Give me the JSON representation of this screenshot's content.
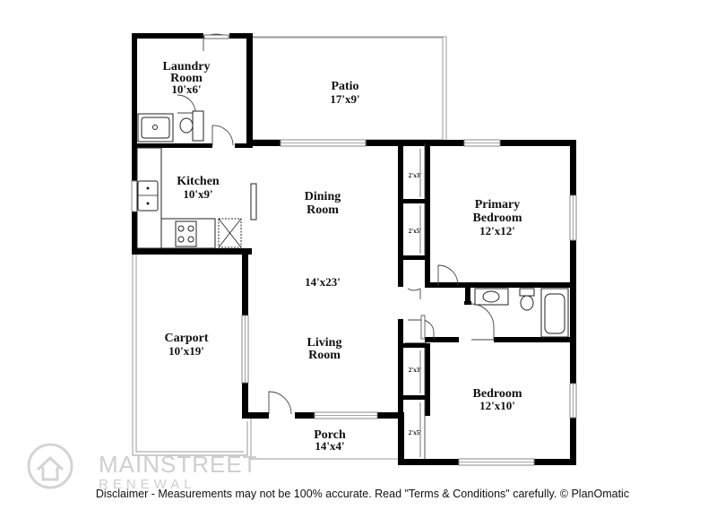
{
  "rooms": {
    "laundry": {
      "name_line1": "Laundry",
      "name_line2": "Room",
      "dim": "10'x6'"
    },
    "patio": {
      "name": "Patio",
      "dim": "17'x9'"
    },
    "kitchen": {
      "name": "Kitchen",
      "dim": "10'x9'"
    },
    "dining": {
      "name_line1": "Dining",
      "name_line2": "Room"
    },
    "living_dining_dim": "14'x23'",
    "living": {
      "name_line1": "Living",
      "name_line2": "Room"
    },
    "primary_bedroom": {
      "name_line1": "Primary",
      "name_line2": "Bedroom",
      "dim": "12'x12'"
    },
    "bedroom": {
      "name": "Bedroom",
      "dim": "12'x10'"
    },
    "carport": {
      "name": "Carport",
      "dim": "10'x19'"
    },
    "porch": {
      "name": "Porch",
      "dim": "14'x4'"
    },
    "closets": [
      "2'x3'",
      "2'x5'",
      "2'x3'",
      "2'x5'"
    ]
  },
  "logo": {
    "line1": "MAINSTREET",
    "line2": "RENEWAL"
  },
  "disclaimer": "Disclaimer - Measurements may not be 100% accurate. Read \"Terms & Conditions\" carefully. © PlanOmatic"
}
